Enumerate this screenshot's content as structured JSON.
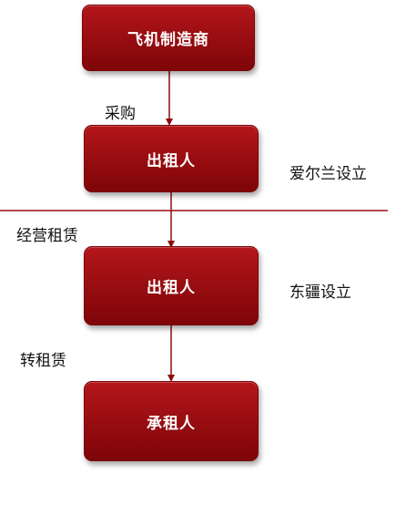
{
  "nodes": {
    "manufacturer": "飞机制造商",
    "lessor_1": "出租人",
    "lessor_2": "出租人",
    "lessee": "承租人"
  },
  "edge_labels": {
    "purchase": "采购",
    "operating_lease": "经营租赁",
    "sublease": "转租赁"
  },
  "side_notes": {
    "ireland": "爱尔兰设立",
    "dongjiang": "东疆设立"
  },
  "colors": {
    "box": "#9b0e12",
    "line": "#8b0a0e"
  }
}
